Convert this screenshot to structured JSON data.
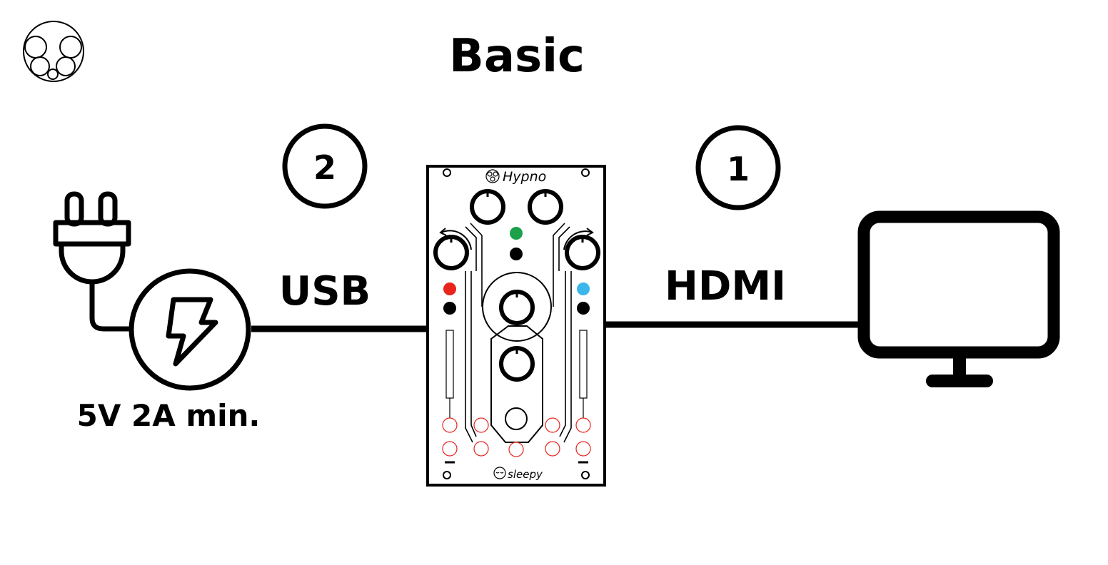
{
  "title": "Basic",
  "steps": [
    {
      "number": "2",
      "connection": "USB"
    },
    {
      "number": "1",
      "connection": "HDMI"
    }
  ],
  "power": {
    "spec": "5V 2A min."
  },
  "module": {
    "name": "Hypno",
    "brand": "sleepy"
  },
  "colors": {
    "stroke": "#000000",
    "jack": "#e8241d",
    "led_green": "#1aa14a",
    "led_red": "#e8241d",
    "led_blue": "#3bb7ea"
  }
}
